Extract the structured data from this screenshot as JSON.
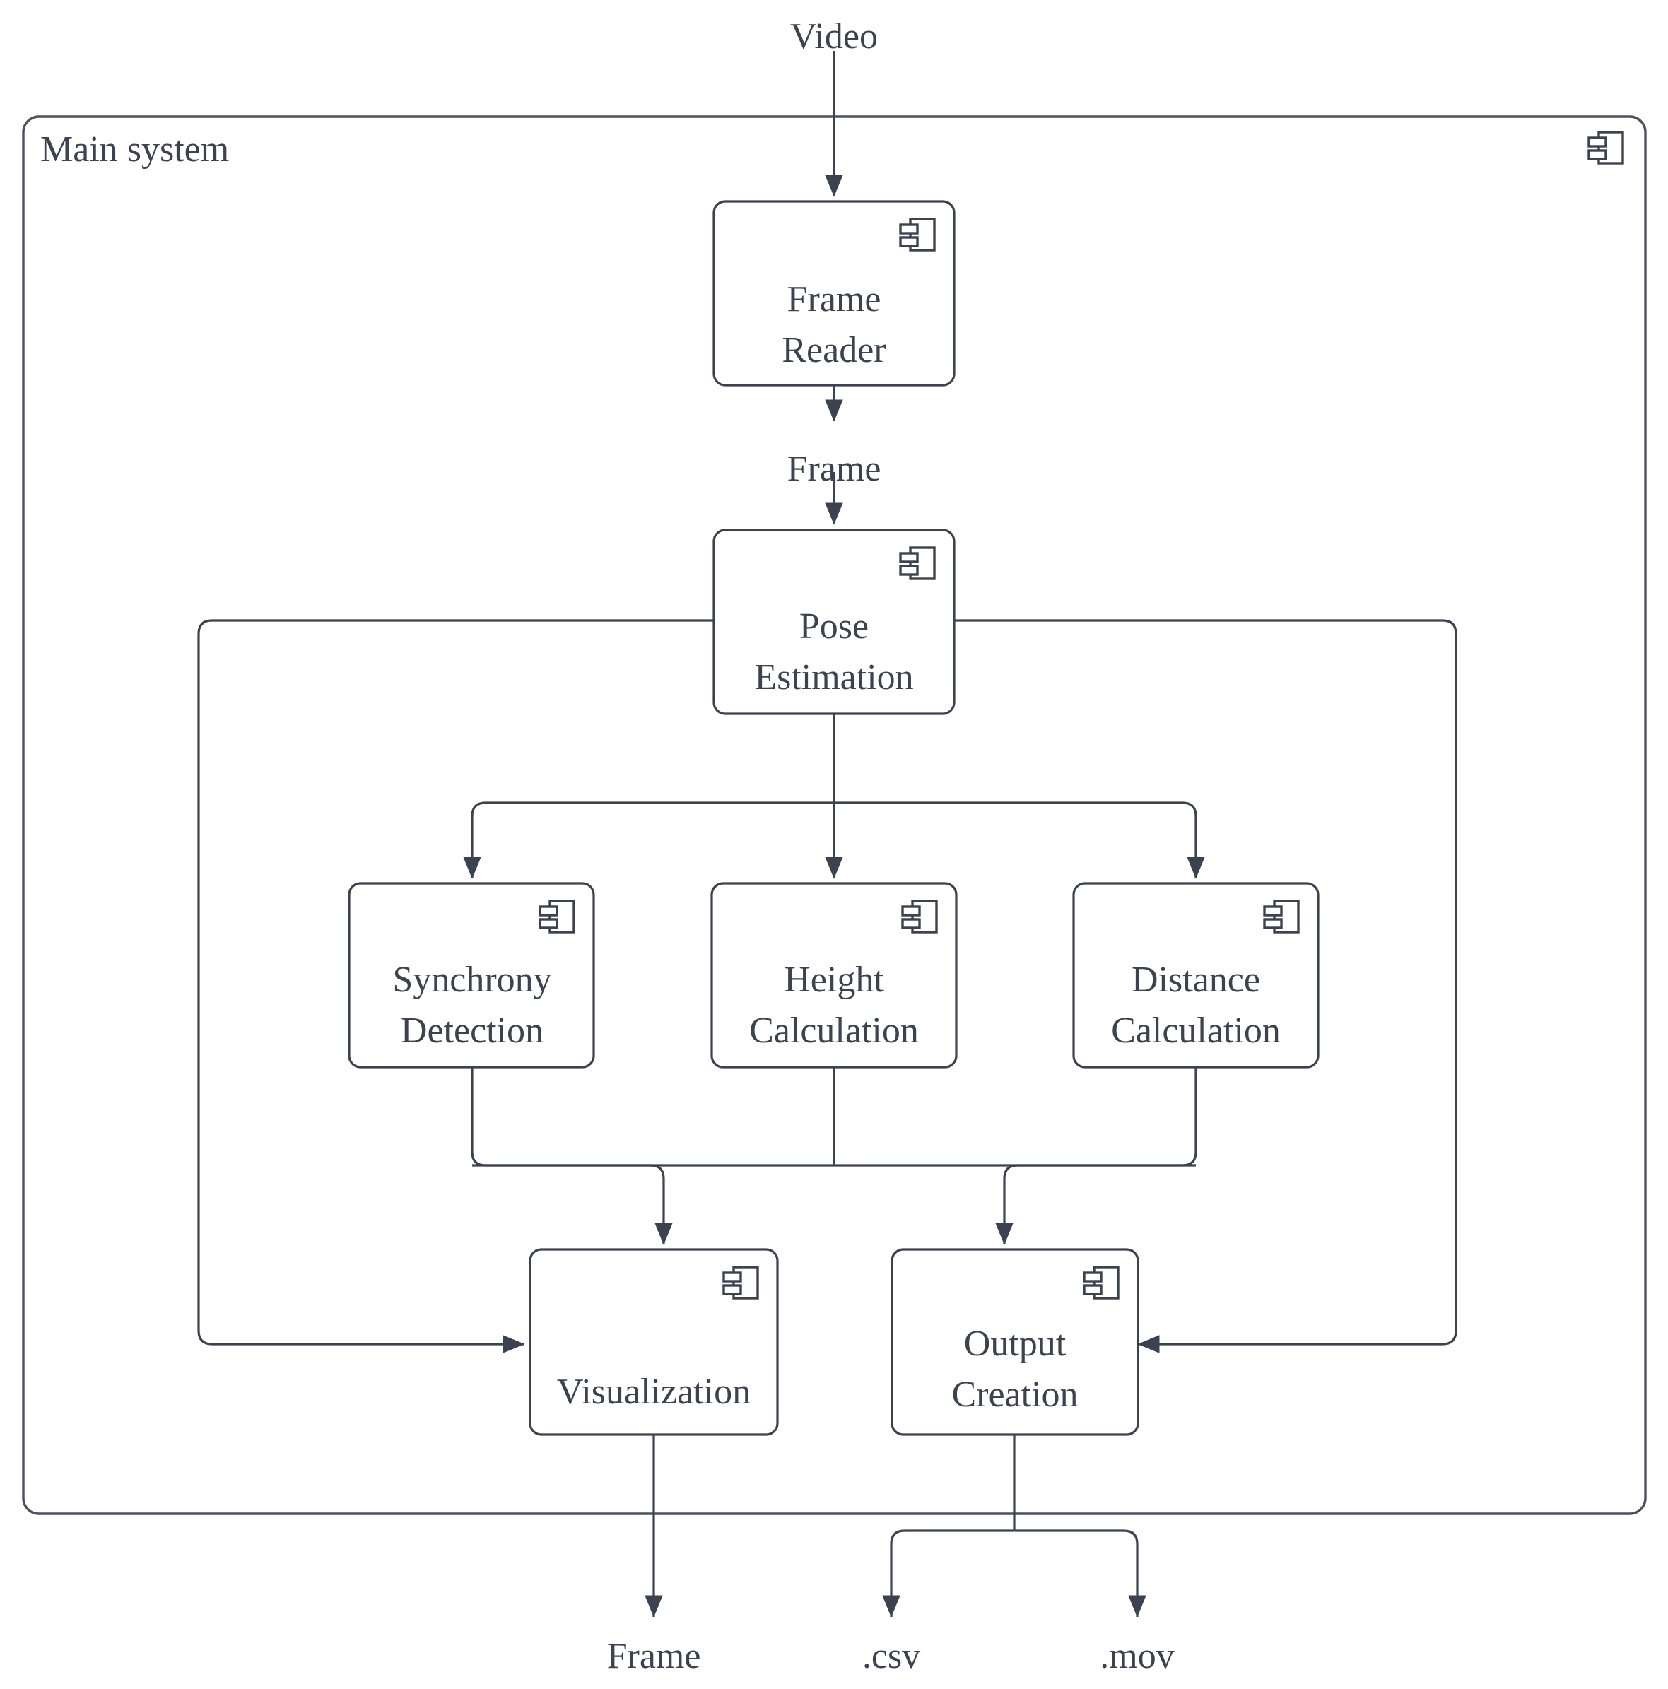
{
  "diagram": {
    "title": "Main system",
    "kind": "uml-component-diagram",
    "stroke_color": "#3b4250",
    "background_color": "#ffffff",
    "boundary": {
      "label": "Main system",
      "icon": "component-icon"
    },
    "components": [
      {
        "id": "frame-reader",
        "line1": "Frame",
        "line2": "Reader",
        "icon": "component-icon"
      },
      {
        "id": "pose-estimation",
        "line1": "Pose",
        "line2": "Estimation",
        "icon": "component-icon"
      },
      {
        "id": "synchrony-detection",
        "line1": "Synchrony",
        "line2": "Detection",
        "icon": "component-icon"
      },
      {
        "id": "height-calculation",
        "line1": "Height",
        "line2": "Calculation",
        "icon": "component-icon"
      },
      {
        "id": "distance-calculation",
        "line1": "Distance",
        "line2": "Calculation",
        "icon": "component-icon"
      },
      {
        "id": "visualization",
        "line1": "Visualization",
        "line2": "",
        "icon": "component-icon"
      },
      {
        "id": "output-creation",
        "line1": "Output",
        "line2": "Creation",
        "icon": "component-icon"
      }
    ],
    "flow_labels": {
      "input_video": "Video",
      "frame_between": "Frame",
      "output_frame": "Frame",
      "output_csv": ".csv",
      "output_mov": ".mov"
    },
    "edges": [
      {
        "from": "Video",
        "to": "frame-reader",
        "label": "Video"
      },
      {
        "from": "frame-reader",
        "to": "pose-estimation",
        "label": "Frame"
      },
      {
        "from": "pose-estimation",
        "to": "synchrony-detection",
        "label": ""
      },
      {
        "from": "pose-estimation",
        "to": "height-calculation",
        "label": ""
      },
      {
        "from": "pose-estimation",
        "to": "distance-calculation",
        "label": ""
      },
      {
        "from": "pose-estimation",
        "to": "visualization",
        "label": ""
      },
      {
        "from": "pose-estimation",
        "to": "output-creation",
        "label": ""
      },
      {
        "from": "synchrony-detection",
        "to": "visualization",
        "label": ""
      },
      {
        "from": "height-calculation",
        "to": "visualization",
        "label": ""
      },
      {
        "from": "distance-calculation",
        "to": "output-creation",
        "label": ""
      },
      {
        "from": "visualization",
        "to": "Frame",
        "label": "Frame"
      },
      {
        "from": "output-creation",
        "to": ".csv",
        "label": ".csv"
      },
      {
        "from": "output-creation",
        "to": ".mov",
        "label": ".mov"
      }
    ]
  }
}
